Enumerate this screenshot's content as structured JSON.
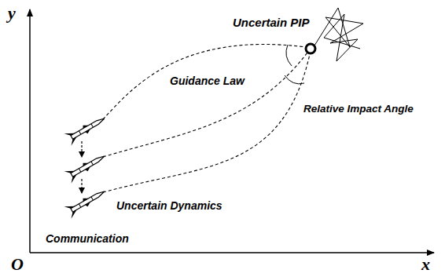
{
  "diagram": {
    "labels": [
      "y",
      "x",
      "O",
      "Uncertain PIP",
      "Guidance Law",
      "Relative Impact Angle",
      "Uncertain Dynamics",
      "Communication"
    ]
  }
}
